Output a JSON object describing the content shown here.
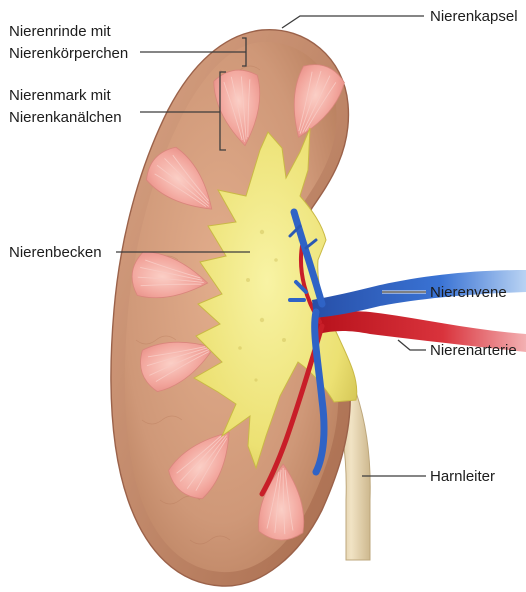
{
  "labels": {
    "capsule": "Nierenkapsel",
    "cortex_line1": "Nierenrinde mit",
    "cortex_line2": "Nierenkörperchen",
    "medulla_line1": "Nierenmark mit",
    "medulla_line2": "Nierenkanälchen",
    "pelvis": "Nierenbecken",
    "vein": "Nierenvene",
    "artery": "Nierenarterie",
    "ureter": "Harnleiter"
  },
  "colors": {
    "capsule_outer": "#c58a67",
    "cortex": "#cf9a79",
    "medulla": "#f0a39c",
    "pelvis": "#eee575",
    "vein": "#2f63c6",
    "artery": "#d3232e",
    "ureter": "#e6d4b0"
  }
}
